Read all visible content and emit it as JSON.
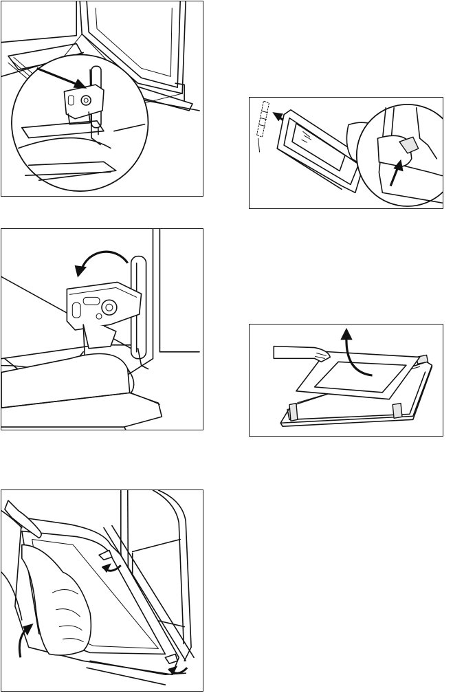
{
  "figures": [
    {
      "id": "fig1",
      "icon": "hinge-lever-release-illustration"
    },
    {
      "id": "fig2",
      "icon": "hinge-lever-rotate-illustration"
    },
    {
      "id": "fig3",
      "icon": "door-lift-off-illustration"
    },
    {
      "id": "fig4",
      "icon": "door-trim-removal-illustration"
    },
    {
      "id": "fig5",
      "icon": "glass-panel-removal-illustration"
    }
  ],
  "colors": {
    "line": "#111111",
    "background": "#ffffff",
    "shade": "#e6e6e6"
  }
}
